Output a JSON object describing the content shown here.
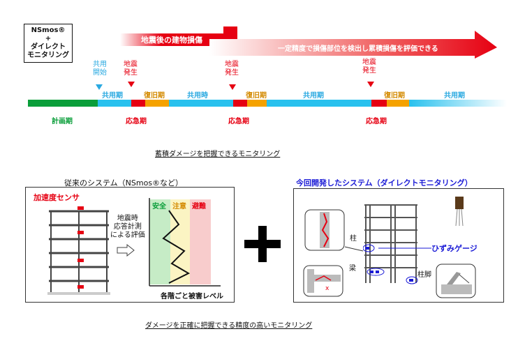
{
  "top": {
    "system_box": "NSmos®\n+\nダイレクト\nモニタリング",
    "damage_text": "地震後の建物損傷",
    "accuracy_text": "一定精度で損傷部位を検出し累積損傷を評価できる"
  },
  "timeline": {
    "start_label": "共用\n開始",
    "quake_labels": [
      "地震\n発生",
      "地震\n発生",
      "地震\n発生"
    ],
    "phase_labels": [
      "共用期",
      "復旧期",
      "共用時",
      "復旧期",
      "共用期",
      "復旧期",
      "共用期"
    ],
    "planning_label": "計画期",
    "emergency_labels": [
      "応急期",
      "応急期",
      "応急期"
    ],
    "caption": "蓄積ダメージを把握できるモニタリング"
  },
  "left": {
    "title": "従来のシステム（NSmos®など）",
    "sensor_label": "加速度センサ",
    "measure_text": "地震時\n応答計測\nによる評価",
    "zones": [
      "安全",
      "注意",
      "避難"
    ],
    "xlabel": "各階ごと被害レベル"
  },
  "right": {
    "title": "今回開発したシステム（ダイレクトモニタリング）",
    "column_label": "柱",
    "beam_label": "梁",
    "base_label": "柱脚",
    "gauge_label": "ひずみゲージ"
  },
  "bottom_caption": "ダメージを正確に把握できる精度の高いモニタリング",
  "colors": {
    "red": "#e60012",
    "cyan": "#29a9e1",
    "green": "#0a9e3a",
    "orange": "#f5a200",
    "blue": "#1a1ad6"
  }
}
